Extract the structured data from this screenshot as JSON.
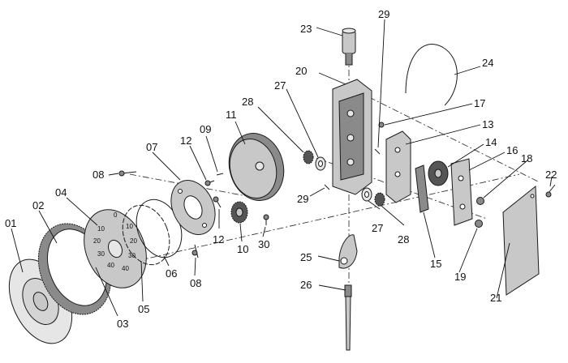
{
  "diagram": {
    "colors": {
      "part_fill": "#c8c8c8",
      "part_dark": "#8a8a8a",
      "part_light": "#e6e6e6",
      "outline": "#1a1a1a",
      "label": "#111111"
    },
    "labels": {
      "p01": "01",
      "p02": "02",
      "p03": "03",
      "p04": "04",
      "p05": "05",
      "p06": "06",
      "p07": "07",
      "p08a": "08",
      "p08b": "08",
      "p09": "09",
      "p10": "10",
      "p11": "11",
      "p12a": "12",
      "p12b": "12",
      "p13": "13",
      "p14": "14",
      "p15": "15",
      "p16": "16",
      "p17": "17",
      "p18": "18",
      "p19": "19",
      "p20": "20",
      "p21": "21",
      "p22": "22",
      "p23": "23",
      "p24": "24",
      "p25": "25",
      "p26": "26",
      "p27a": "27",
      "p27b": "27",
      "p28a": "28",
      "p28b": "28",
      "p29a": "29",
      "p29b": "29",
      "p30": "30"
    },
    "dial_numbers": [
      "10",
      "20",
      "30",
      "40",
      "0",
      "10",
      "20",
      "30",
      "40"
    ]
  }
}
